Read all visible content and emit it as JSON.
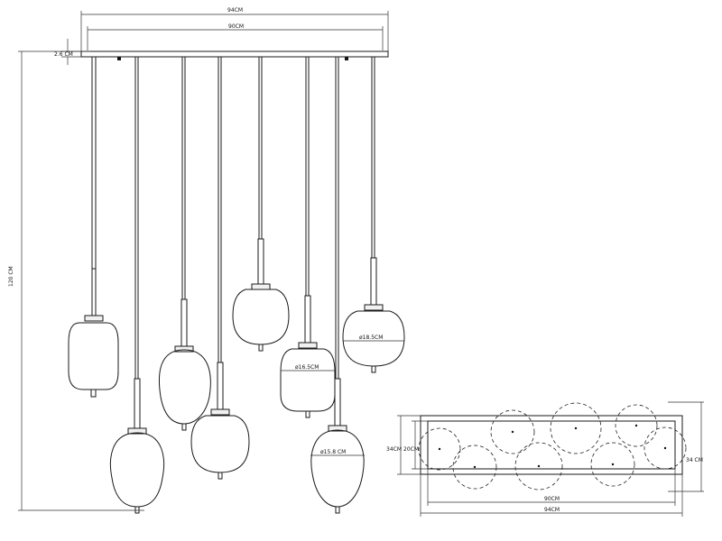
{
  "dimensions": {
    "front_total_width": "94CM",
    "front_canopy_width": "90CM",
    "canopy_height": "2.6 CM",
    "total_height": "120 CM",
    "diameter_a": "ø18.5CM",
    "diameter_b": "ø16.5CM",
    "diameter_c": "ø15.8 CM",
    "top_depth_outer": "34CM",
    "top_depth_inner": "20CM",
    "top_depth_right": "34 CM",
    "top_width_inner": "90CM",
    "top_width_outer": "94CM"
  }
}
